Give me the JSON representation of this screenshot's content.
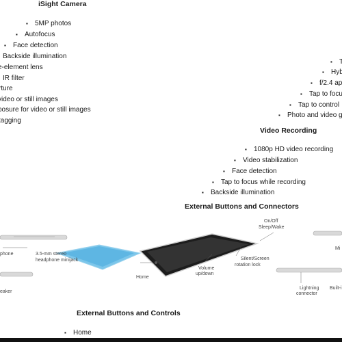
{
  "camera": {
    "heading": "iSight Camera",
    "left_items": [
      "5MP photos",
      "Autofocus",
      "Face detection",
      "Backside illumination"
    ],
    "cutoff_items": [
      "e-element lens",
      "IR filter",
      "rture",
      "video or still images",
      "posure for video or still images",
      "tagging"
    ]
  },
  "right_cutoff_items": [
    "T",
    "Hyb",
    "f/2.4 ap",
    "Tap to focu",
    "Tap to control",
    "Photo and video g"
  ],
  "video": {
    "heading": "Video Recording",
    "items": [
      "1080p HD video recording",
      "Video stabilization",
      "Face detection",
      "Tap to focus while recording",
      "Backside illumination"
    ]
  },
  "connectors": {
    "heading": "External Buttons and Connectors",
    "labels": {
      "phone": "phone",
      "stereo": "3.5-mm stereo",
      "minijack": "headphone minijack",
      "speaker": "eaker",
      "home": "Home",
      "volume": "Volume",
      "volume_sub": "up/down",
      "sleep": "On/Off",
      "sleep_sub": "Sleep/Wake",
      "silent": "Silent/Screen",
      "silent_sub": "rotation lock",
      "lightning": "Lightning",
      "lightning_sub": "connector",
      "mic": "Mi",
      "builtin": "Built-i"
    }
  },
  "controls": {
    "heading": "External Buttons and Controls",
    "items": [
      "Home"
    ]
  }
}
